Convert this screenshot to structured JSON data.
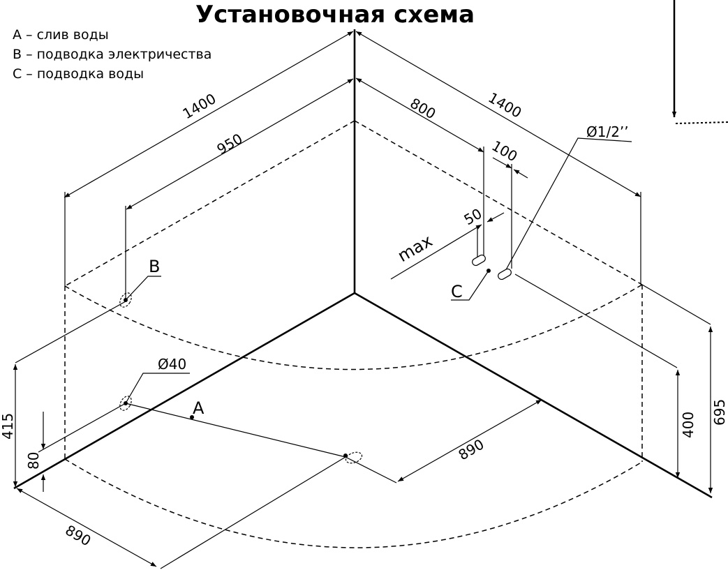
{
  "title": "Установочная схема",
  "legend": [
    "A – слив воды",
    "B – подводка электричества",
    "C – подводка воды"
  ],
  "labels": {
    "drain": "A",
    "electric": "B",
    "water": "C",
    "max": "max"
  },
  "dimensions": {
    "left_wall_outer": "1400",
    "left_wall_electric": "950",
    "right_wall_outer": "1400",
    "right_wall_water": "800",
    "water_spacing": "100",
    "water_max_offset": "50",
    "pipe_diameter": "Ø1/2’’",
    "drain_diameter": "Ø40",
    "electric_height": "415",
    "drain_height": "80",
    "bottom_left_floor": "890",
    "bottom_right_floor": "890",
    "water_height": "400",
    "rim_height": "695"
  }
}
